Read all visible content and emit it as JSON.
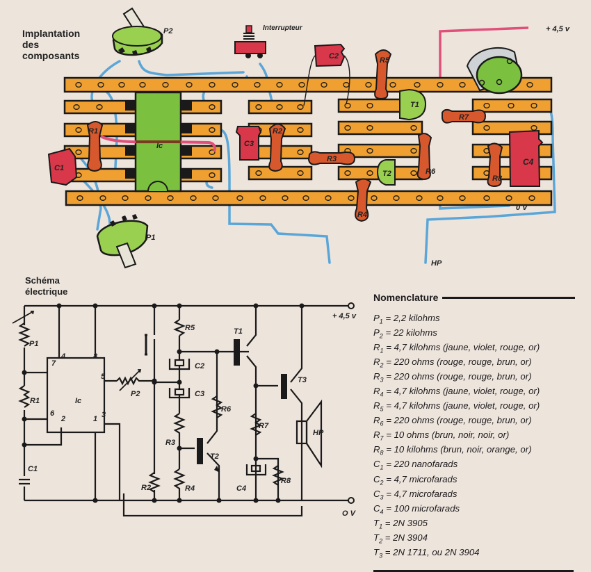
{
  "layout_section": {
    "title_lines": [
      "Implantation",
      "des",
      "composants"
    ],
    "labels": {
      "p2": "P2",
      "p1": "P1",
      "switch": "Interrupteur",
      "plus": "+ 4,5 v",
      "zero": "0 V",
      "hp": "HP",
      "ic": "Ic",
      "c1": "C1",
      "c2": "C2",
      "c3": "C3",
      "c4": "C4",
      "r1": "R1",
      "r2": "R2",
      "r3": "R3",
      "r4": "R4",
      "r5": "R5",
      "r6": "R6",
      "r7": "R7",
      "r8": "R8",
      "t1": "T1",
      "t2": "T2"
    }
  },
  "schematic_section": {
    "title_lines": [
      "Schéma",
      "électrique"
    ],
    "labels": {
      "plus": "+ 4,5 v",
      "zero": "O V",
      "ic": "Ic",
      "hp": "HP",
      "pins": [
        "7",
        "4",
        "8",
        "5",
        "6",
        "2",
        "1",
        "3"
      ],
      "p1": "P1",
      "p2": "P2",
      "r1": "R1",
      "r2": "R2",
      "r3": "R3",
      "r4": "R4",
      "r5": "R5",
      "r6": "R6",
      "r7": "R7",
      "r8": "R8",
      "c1": "C1",
      "c2": "C2",
      "c3": "C3",
      "c4": "C4",
      "t1": "T1",
      "t2": "T2",
      "t3": "T3"
    }
  },
  "nomenclature": {
    "title": "Nomenclature",
    "items": [
      {
        "sym": "P",
        "sub": "1",
        "value": "= 2,2 kilohms"
      },
      {
        "sym": "P",
        "sub": "2",
        "value": "= 22 kilohms"
      },
      {
        "sym": "R",
        "sub": "1",
        "value": "= 4,7 kilohms (jaune, violet, rouge, or)"
      },
      {
        "sym": "R",
        "sub": "2",
        "value": "= 220 ohms (rouge, rouge, brun, or)"
      },
      {
        "sym": "R",
        "sub": "3",
        "value": "= 220 ohms (rouge, rouge, brun, or)"
      },
      {
        "sym": "R",
        "sub": "4",
        "value": "= 4,7 kilohms (jaune, violet, rouge, or)"
      },
      {
        "sym": "R",
        "sub": "5",
        "value": "= 4,7 kilohms (jaune, violet, rouge, or)"
      },
      {
        "sym": "R",
        "sub": "6",
        "value": "= 220 ohms (rouge, rouge, brun, or)"
      },
      {
        "sym": "R",
        "sub": "7",
        "value": "= 10 ohms (brun, noir, noir, or)"
      },
      {
        "sym": "R",
        "sub": "8",
        "value": "= 10 kilohms (brun, noir, orange, or)"
      },
      {
        "sym": "C",
        "sub": "1",
        "value": "= 220 nanofarads"
      },
      {
        "sym": "C",
        "sub": "2",
        "value": "= 4,7 microfarads"
      },
      {
        "sym": "C",
        "sub": "3",
        "value": "= 4,7 microfarads"
      },
      {
        "sym": "C",
        "sub": "4",
        "value": "= 100 microfarads"
      },
      {
        "sym": "T",
        "sub": "1",
        "value": "= 2N 3905"
      },
      {
        "sym": "T",
        "sub": "2",
        "value": "= 2N 3904"
      },
      {
        "sym": "T",
        "sub": "3",
        "value": "= 2N 1711, ou 2N 3904"
      }
    ]
  },
  "colors": {
    "paper": "#ede4dc",
    "strip": "#f0a030",
    "wire_blue": "#5aa6d8",
    "wire_pink": "#e0507a",
    "resistor": "#d8582e",
    "capacitor": "#d8384a",
    "ic_green": "#7cc040",
    "transistor_green": "#9ad050",
    "ink": "#1a1a1a"
  }
}
